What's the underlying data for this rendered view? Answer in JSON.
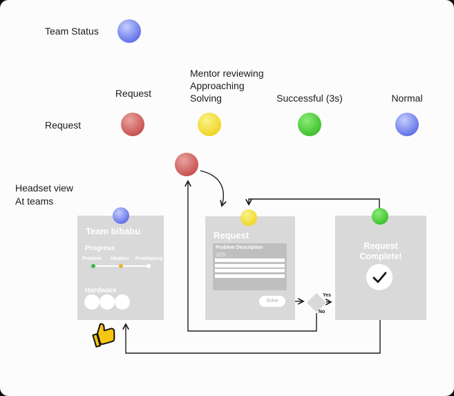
{
  "colors": {
    "red_hl": "#E8A3A0",
    "red_edge": "#C64A48",
    "yellow_hl": "#FAF389",
    "yellow_edge": "#EFD31F",
    "green_hl": "#8BEA76",
    "green_edge": "#38BE27",
    "blue_hl": "#C4CDFD",
    "blue_edge": "#5A6AE6",
    "panel_bg": "#D9D9D9",
    "inner_box_bg": "#BFBFBF",
    "step_done": "#3DB54A",
    "step_current": "#EEB02F",
    "step_pending": "#FFFFFF",
    "line": "#1A1A1A",
    "thumb": "#F6C711"
  },
  "legend": {
    "title": "Team Status",
    "row_label": "Request",
    "columns": [
      {
        "header": "Request"
      },
      {
        "header": "Mentor reviewing\nApproaching\nSolving"
      },
      {
        "header": "Successful (3s)"
      },
      {
        "header": "Normal"
      }
    ]
  },
  "annotation": "Headset view\nAt teams",
  "panels": {
    "team": {
      "title": "Team bibabu",
      "progress_label": "Progress",
      "steps": [
        {
          "label": "Problem"
        },
        {
          "label": "Ideation"
        },
        {
          "label": "Prototyping"
        }
      ],
      "hardware_label": "Hardware"
    },
    "request": {
      "title": "Request",
      "box_title": "Problem Description",
      "solve_label": "Solve"
    },
    "complete": {
      "title": "Request\nComplete!"
    }
  },
  "flow": {
    "yes": "Yes",
    "no": "No"
  }
}
